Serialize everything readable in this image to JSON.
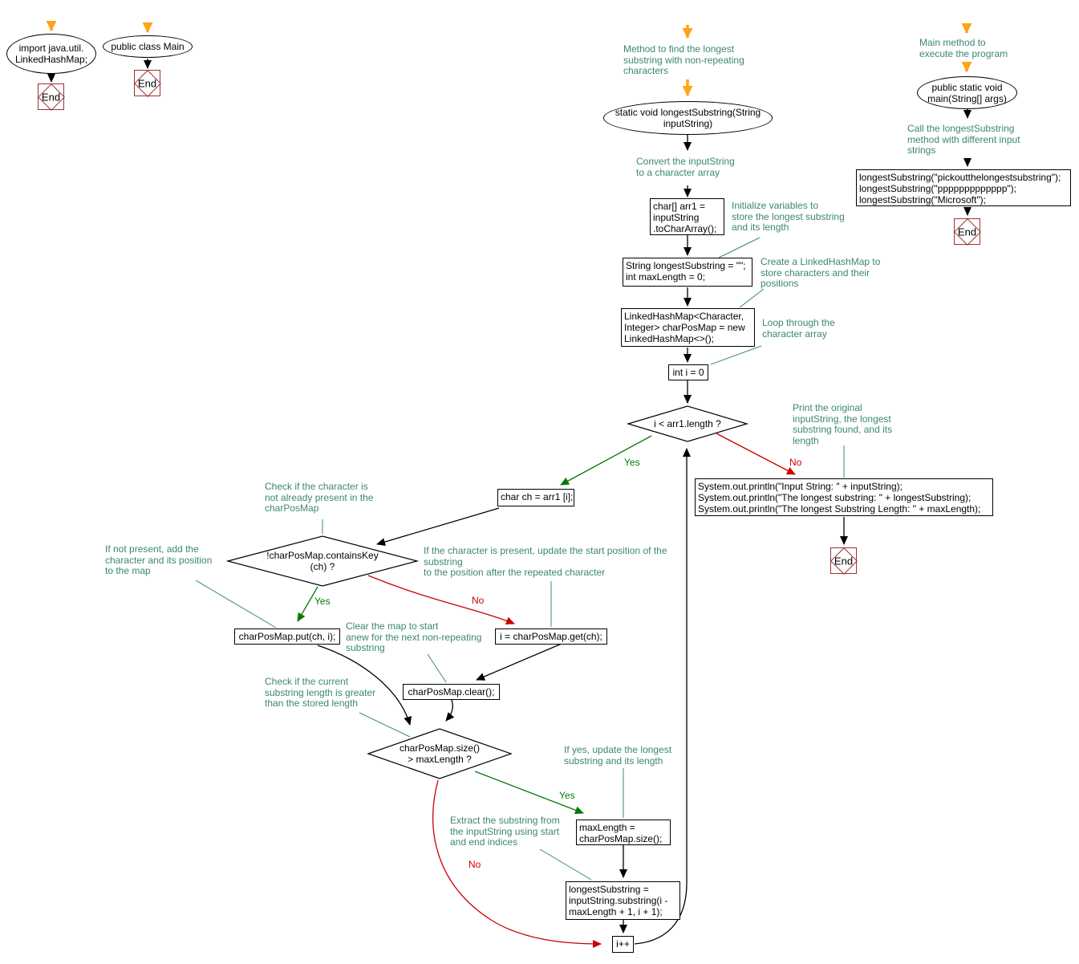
{
  "colors": {
    "note_text": "#3A8774",
    "yes_green": "#067806",
    "no_red": "#CC0000",
    "start_arrow_orange": "#FFA319",
    "end_border": "#993333",
    "edge_black": "#000000"
  },
  "edge_labels": {
    "yes": "Yes",
    "no": "No"
  },
  "end_label": "End",
  "nodes": {
    "oval_import": {
      "lines": [
        "import java.util.",
        "LinkedHashMap;"
      ]
    },
    "oval_class": {
      "lines": [
        "public class Main"
      ]
    },
    "oval_longest": {
      "lines": [
        "static void longestSubstring(String",
        "inputString)"
      ]
    },
    "oval_main": {
      "lines": [
        "public static void",
        "main(String[] args)"
      ]
    },
    "rect_char": {
      "lines": [
        "char[] arr1 =",
        "inputString",
        ".toCharArray();"
      ]
    },
    "rect_string": {
      "lines": [
        "String longestSubstring = \"\";",
        "int maxLength = 0;"
      ]
    },
    "rect_map": {
      "lines": [
        "LinkedHashMap<Character,",
        "Integer> charPosMap = new",
        "LinkedHashMap<>();"
      ]
    },
    "rect_inti": {
      "lines": [
        "int i = 0"
      ]
    },
    "diamond_loop": {
      "lines": [
        "i < arr1.length ?"
      ]
    },
    "rect_charch": {
      "lines": [
        "char ch = arr1 [i];"
      ]
    },
    "rect_println": {
      "lines": [
        "System.out.println(\"Input String: \" + inputString);",
        "System.out.println(\"The longest substring: \" + longestSubstring);",
        "System.out.println(\"The longest Substring Length: \" + maxLength);"
      ]
    },
    "diamond_contains": {
      "lines": [
        "!charPosMap.containsKey",
        "(ch) ?"
      ]
    },
    "rect_put": {
      "lines": [
        "charPosMap.put(ch, i);"
      ]
    },
    "rect_get": {
      "lines": [
        "i = charPosMap.get(ch);"
      ]
    },
    "rect_clear": {
      "lines": [
        "charPosMap.clear();"
      ]
    },
    "diamond_size": {
      "lines": [
        "charPosMap.size()",
        "> maxLength ?"
      ]
    },
    "rect_maxlen": {
      "lines": [
        "maxLength =",
        "charPosMap.size();"
      ]
    },
    "rect_substr": {
      "lines": [
        "longestSubstring =",
        "inputString.substring(i -",
        "maxLength + 1, i + 1);"
      ]
    },
    "rect_ipp": {
      "lines": [
        "i++"
      ]
    },
    "rect_calls": {
      "lines": [
        "longestSubstring(\"pickoutthelongestsubstring\");",
        "longestSubstring(\"ppppppppppppp\");",
        "longestSubstring(\"Microsoft\");"
      ]
    }
  },
  "notes": {
    "method": {
      "lines": [
        "Method to find the longest",
        "substring with non-repeating",
        "characters"
      ]
    },
    "convert": {
      "lines": [
        "Convert the inputString",
        "to a character array"
      ]
    },
    "init": {
      "lines": [
        "Initialize variables to",
        "store the longest substring",
        "and its length"
      ]
    },
    "map": {
      "lines": [
        "Create a LinkedHashMap to",
        "store characters and their",
        "positions"
      ]
    },
    "loop": {
      "lines": [
        "Loop through the",
        "character array"
      ]
    },
    "print": {
      "lines": [
        "Print the original",
        "inputString, the longest",
        "substring found, and its",
        "length"
      ]
    },
    "check": {
      "lines": [
        "Check if the character is",
        "not already present in the",
        "charPosMap"
      ]
    },
    "add": {
      "lines": [
        "If not present, add the",
        "character and its position",
        "to the map"
      ]
    },
    "present": {
      "lines": [
        "If the character is present, update the start position of the",
        "substring",
        "to the position after the repeated character"
      ]
    },
    "clear": {
      "lines": [
        "Clear the map to start",
        "anew for the next non-repeating",
        "substring"
      ]
    },
    "current": {
      "lines": [
        "Check if the current",
        "substring length is greater",
        "than the stored length"
      ]
    },
    "update": {
      "lines": [
        "If yes, update the longest",
        "substring and its length"
      ]
    },
    "extract": {
      "lines": [
        "Extract the substring from",
        "the inputString using start",
        "and end indices"
      ]
    },
    "main": {
      "lines": [
        "Main method to",
        "execute the program"
      ]
    },
    "call": {
      "lines": [
        "Call the longestSubstring",
        "method with different input",
        "strings"
      ]
    }
  }
}
